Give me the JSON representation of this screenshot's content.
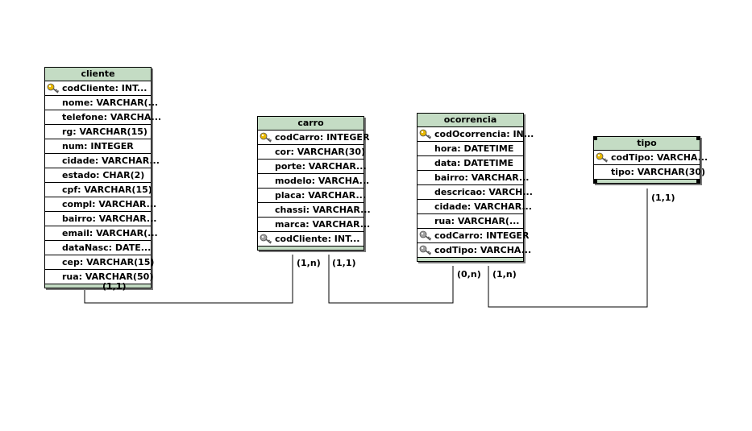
{
  "entities": {
    "cliente": {
      "name": "cliente",
      "fields": [
        {
          "label": "codCliente: INT...",
          "key": "primary"
        },
        {
          "label": "nome: VARCHAR(...",
          "key": "none"
        },
        {
          "label": "telefone: VARCHA...",
          "key": "none"
        },
        {
          "label": "rg: VARCHAR(15)",
          "key": "none"
        },
        {
          "label": "num: INTEGER",
          "key": "none"
        },
        {
          "label": "cidade: VARCHAR...",
          "key": "none"
        },
        {
          "label": "estado: CHAR(2)",
          "key": "none"
        },
        {
          "label": "cpf: VARCHAR(15)",
          "key": "none"
        },
        {
          "label": "compl: VARCHAR...",
          "key": "none"
        },
        {
          "label": "bairro: VARCHAR...",
          "key": "none"
        },
        {
          "label": "email: VARCHAR(...",
          "key": "none"
        },
        {
          "label": "dataNasc: DATE...",
          "key": "none"
        },
        {
          "label": "cep: VARCHAR(15)",
          "key": "none"
        },
        {
          "label": "rua: VARCHAR(50)",
          "key": "none"
        }
      ]
    },
    "carro": {
      "name": "carro",
      "fields": [
        {
          "label": "codCarro: INTEGER",
          "key": "primary"
        },
        {
          "label": "cor: VARCHAR(30)",
          "key": "none"
        },
        {
          "label": "porte: VARCHAR...",
          "key": "none"
        },
        {
          "label": "modelo: VARCHA...",
          "key": "none"
        },
        {
          "label": "placa: VARCHAR...",
          "key": "none"
        },
        {
          "label": "chassi: VARCHAR...",
          "key": "none"
        },
        {
          "label": "marca: VARCHAR...",
          "key": "none"
        },
        {
          "label": "codCliente: INT...",
          "key": "foreign"
        }
      ]
    },
    "ocorrencia": {
      "name": "ocorrencia",
      "fields": [
        {
          "label": "codOcorrencia: IN...",
          "key": "primary"
        },
        {
          "label": "hora: DATETIME",
          "key": "none"
        },
        {
          "label": "data: DATETIME",
          "key": "none"
        },
        {
          "label": "bairro: VARCHAR...",
          "key": "none"
        },
        {
          "label": "descricao: VARCH...",
          "key": "none"
        },
        {
          "label": "cidade: VARCHAR...",
          "key": "none"
        },
        {
          "label": "rua: VARCHAR(...",
          "key": "none"
        },
        {
          "label": "codCarro: INTEGER",
          "key": "foreign"
        },
        {
          "label": "codTipo: VARCHA...",
          "key": "foreign"
        }
      ]
    },
    "tipo": {
      "name": "tipo",
      "fields": [
        {
          "label": "codTipo: VARCHA...",
          "key": "primary"
        },
        {
          "label": "tipo: VARCHAR(30)",
          "key": "none"
        }
      ]
    }
  },
  "cardinalities": {
    "cliente_carro_cliente": "(1,1)",
    "cliente_carro_carro": "(1,n)",
    "carro_ocorrencia_carro": "(1,1)",
    "carro_ocorrencia_ocorrencia": "(0,n)",
    "ocorrencia_tipo_ocorrencia": "(1,n)",
    "ocorrencia_tipo_tipo": "(1,1)"
  },
  "colors": {
    "header": "#c4dcc4",
    "primary_key": "#e8b800",
    "foreign_key": "#a0a0a0"
  }
}
